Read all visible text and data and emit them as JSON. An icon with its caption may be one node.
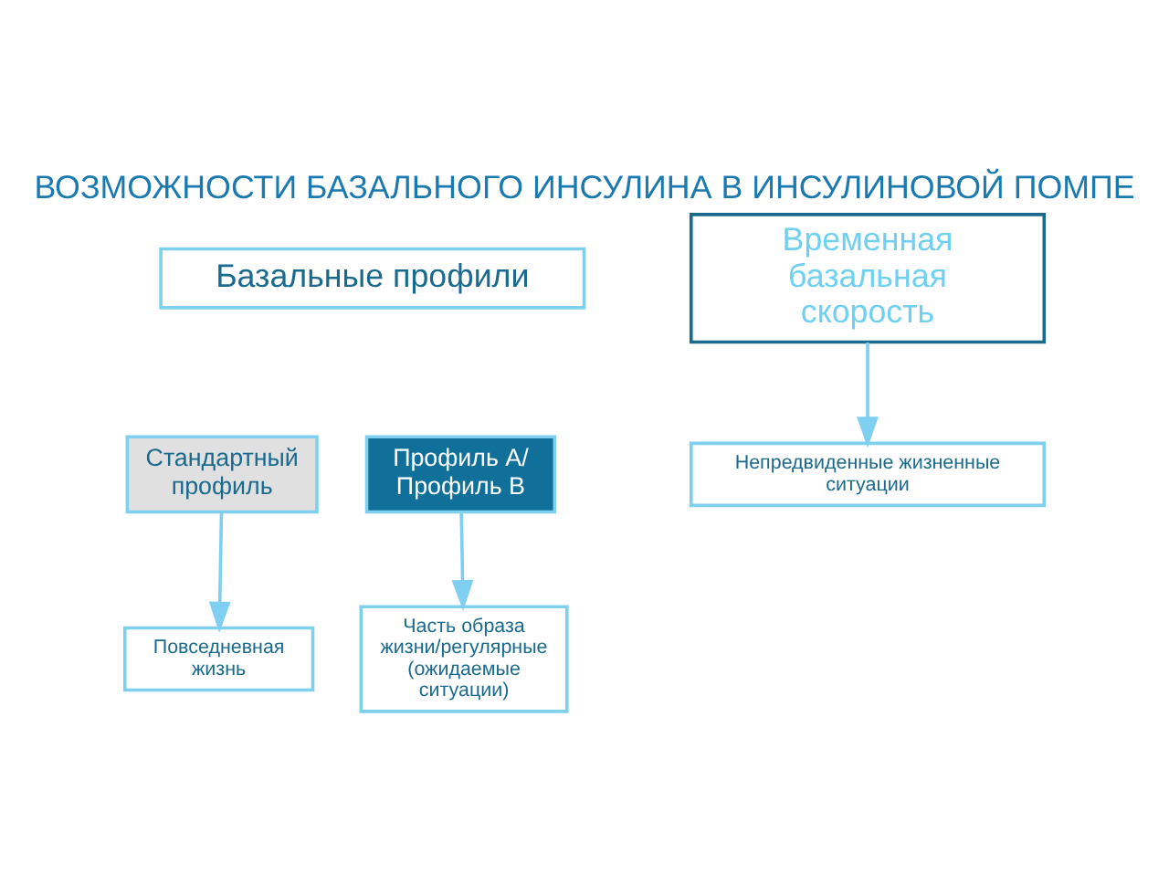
{
  "diagram": {
    "title": "ВОЗМОЖНОСТИ БАЗАЛЬНОГО ИНСУЛИНА В ИНСУЛИНОВОЙ ПОМПЕ",
    "nodes": [
      {
        "text": [
          "Базальные профили"
        ]
      },
      {
        "text": [
          "Временная базальная скорость"
        ]
      },
      {
        "text": [
          "Стандартный профиль"
        ]
      },
      {
        "text": [
          "Профиль А/ Профиль В"
        ]
      },
      {
        "text": [
          "Повседневная жизнь"
        ]
      },
      {
        "text": [
          "Часть образа жизни/регулярные (ожидаемые ситуации)"
        ]
      },
      {
        "text": [
          "Непредвиденные жизненные ситуации"
        ]
      }
    ],
    "edges": [
      {
        "from": 2,
        "to": 4,
        "arrow": "to"
      },
      {
        "from": 3,
        "to": 5,
        "arrow": "to"
      },
      {
        "from": 1,
        "to": 6,
        "arrow": "to"
      }
    ]
  }
}
